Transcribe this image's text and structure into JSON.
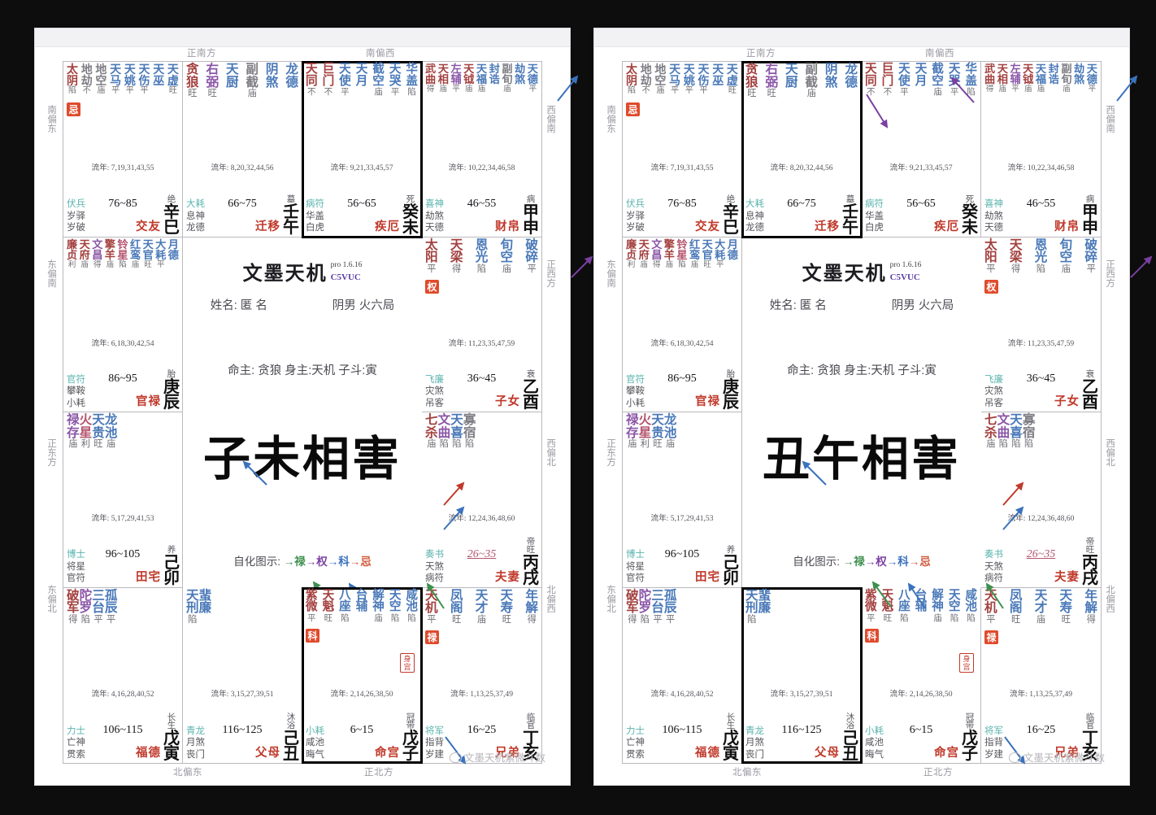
{
  "app": {
    "brand": "文墨天机",
    "version_line1": "pro 1.6.16",
    "version_line2": "C5VUC",
    "watermark": "文墨天机紫微斗数"
  },
  "directions": {
    "top_center": "正南方",
    "top_right": "南偏西",
    "left": [
      "南偏东",
      "东偏南",
      "正东方",
      "东偏北"
    ],
    "right": [
      "西偏南",
      "正西方",
      "西偏北",
      "北偏西"
    ],
    "bottom_left": "北偏东",
    "bottom_center": "正北方"
  },
  "center": {
    "name_label": "姓名:",
    "name_value": "匿 名",
    "gender_bureau": "阴男 火六局",
    "master_line": "命主: 贪狼 身主:天机  子斗:寅",
    "legend_label": "自化图示:",
    "legend_items": [
      "禄",
      "权",
      "科",
      "忌"
    ]
  },
  "charts": [
    {
      "title": "子未相害",
      "highlight": [
        "未",
        "子"
      ]
    },
    {
      "title": "丑午相害",
      "highlight": [
        "午",
        "丑"
      ]
    }
  ],
  "palaces": [
    {
      "branch": "巳",
      "stem": "辛",
      "stem_branch_stage": "绝",
      "palace_name": "交友",
      "daxian": "76~85",
      "daxian_active": false,
      "liunian": "流年: 7,19,31,43,55",
      "sihua": "忌",
      "shengong": null,
      "stars": [
        {
          "n": "太阴",
          "b": "陷",
          "c": "main"
        },
        {
          "n": "地劫",
          "b": "不",
          "c": "grey"
        },
        {
          "n": "地空",
          "b": "庙",
          "c": "grey"
        },
        {
          "n": "天马",
          "b": "平",
          "c": "blue"
        },
        {
          "n": "天姚",
          "b": "平",
          "c": "blue"
        },
        {
          "n": "天伤",
          "b": "平",
          "c": "blue"
        },
        {
          "n": "天巫",
          "b": "",
          "c": "blue"
        },
        {
          "n": "天虚",
          "b": "旺",
          "c": "blue"
        }
      ],
      "minor": [
        "伏兵",
        "岁驿",
        "岁破"
      ]
    },
    {
      "branch": "午",
      "stem": "壬",
      "stem_branch_stage": "墓",
      "palace_name": "迁移",
      "daxian": "66~75",
      "daxian_active": false,
      "liunian": "流年: 8,20,32,44,56",
      "sihua": null,
      "shengong": null,
      "stars": [
        {
          "n": "贪狼",
          "b": "旺",
          "c": "main"
        },
        {
          "n": "右弼",
          "b": "旺",
          "c": "aux"
        },
        {
          "n": "天厨",
          "b": "",
          "c": "blue"
        },
        {
          "n": "副截",
          "b": "庙",
          "c": "grey"
        },
        {
          "n": "阴煞",
          "b": "",
          "c": "blue"
        },
        {
          "n": "龙德",
          "b": "",
          "c": "blue"
        }
      ],
      "minor": [
        "大耗",
        "息神",
        "龙德"
      ]
    },
    {
      "branch": "未",
      "stem": "癸",
      "stem_branch_stage": "死",
      "palace_name": "疾厄",
      "daxian": "56~65",
      "daxian_active": false,
      "liunian": "流年: 9,21,33,45,57",
      "sihua": null,
      "shengong": null,
      "stars": [
        {
          "n": "天同",
          "b": "不",
          "c": "main"
        },
        {
          "n": "巨门",
          "b": "不",
          "c": "main"
        },
        {
          "n": "天使",
          "b": "平",
          "c": "blue"
        },
        {
          "n": "天月",
          "b": "",
          "c": "blue"
        },
        {
          "n": "截空",
          "b": "庙",
          "c": "blue"
        },
        {
          "n": "天哭",
          "b": "平",
          "c": "blue"
        },
        {
          "n": "华盖",
          "b": "陷",
          "c": "blue"
        }
      ],
      "minor": [
        "病符",
        "华盖",
        "白虎"
      ]
    },
    {
      "branch": "申",
      "stem": "甲",
      "stem_branch_stage": "病",
      "palace_name": "财帛",
      "daxian": "46~55",
      "daxian_active": false,
      "liunian": "流年: 10,22,34,46,58",
      "sihua": null,
      "shengong": null,
      "stars": [
        {
          "n": "武曲",
          "b": "得",
          "c": "main"
        },
        {
          "n": "天相",
          "b": "庙",
          "c": "main"
        },
        {
          "n": "左辅",
          "b": "平",
          "c": "aux"
        },
        {
          "n": "天钺",
          "b": "庙",
          "c": "main"
        },
        {
          "n": "天福",
          "b": "庙",
          "c": "blue"
        },
        {
          "n": "封诰",
          "b": "",
          "c": "blue"
        },
        {
          "n": "副旬",
          "b": "庙",
          "c": "grey"
        },
        {
          "n": "劫煞",
          "b": "",
          "c": "blue"
        },
        {
          "n": "天德",
          "b": "平",
          "c": "blue"
        }
      ],
      "minor": [
        "喜神",
        "劫煞",
        "天德"
      ]
    },
    {
      "branch": "辰",
      "stem": "庚",
      "stem_branch_stage": "胎",
      "palace_name": "官禄",
      "daxian": "86~95",
      "daxian_active": false,
      "liunian": "流年: 6,18,30,42,54",
      "sihua": null,
      "shengong": null,
      "stars": [
        {
          "n": "廉贞",
          "b": "利",
          "c": "main"
        },
        {
          "n": "天府",
          "b": "庙",
          "c": "main"
        },
        {
          "n": "文昌",
          "b": "得",
          "c": "aux"
        },
        {
          "n": "擎羊",
          "b": "庙",
          "c": "main"
        },
        {
          "n": "铃星",
          "b": "陷",
          "c": "pink"
        },
        {
          "n": "红鸾",
          "b": "庙",
          "c": "blue"
        },
        {
          "n": "天官",
          "b": "旺",
          "c": "blue"
        },
        {
          "n": "大耗",
          "b": "平",
          "c": "blue"
        },
        {
          "n": "月德",
          "b": "",
          "c": "blue"
        }
      ],
      "minor": [
        "官符",
        "攀鞍",
        "小耗"
      ]
    },
    {
      "branch": "酉",
      "stem": "乙",
      "stem_branch_stage": "衰",
      "palace_name": "子女",
      "daxian": "36~45",
      "daxian_active": false,
      "liunian": "流年: 11,23,35,47,59",
      "sihua": "权",
      "shengong": null,
      "stars": [
        {
          "n": "太阳",
          "b": "平",
          "c": "main"
        },
        {
          "n": "天梁",
          "b": "得",
          "c": "main"
        },
        {
          "n": "恩光",
          "b": "陷",
          "c": "blue"
        },
        {
          "n": "旬空",
          "b": "庙",
          "c": "blue"
        },
        {
          "n": "破碎",
          "b": "平",
          "c": "blue"
        }
      ],
      "minor": [
        "飞廉",
        "灾煞",
        "吊客"
      ]
    },
    {
      "branch": "卯",
      "stem": "己",
      "stem_branch_stage": "养",
      "palace_name": "田宅",
      "daxian": "96~105",
      "daxian_active": false,
      "liunian": "流年: 5,17,29,41,53",
      "sihua": null,
      "shengong": null,
      "stars": [
        {
          "n": "禄存",
          "b": "庙",
          "c": "aux"
        },
        {
          "n": "火星",
          "b": "利",
          "c": "pink"
        },
        {
          "n": "天贵",
          "b": "旺",
          "c": "blue"
        },
        {
          "n": "龙池",
          "b": "庙",
          "c": "blue"
        }
      ],
      "minor": [
        "博士",
        "将星",
        "官符"
      ]
    },
    {
      "branch": "戌",
      "stem": "丙",
      "stem_branch_stage": "帝旺",
      "palace_name": "夫妻",
      "daxian": "26~35",
      "daxian_active": true,
      "liunian": "流年: 12,24,36,48,60",
      "sihua": null,
      "shengong": null,
      "stars": [
        {
          "n": "七杀",
          "b": "庙",
          "c": "main"
        },
        {
          "n": "文曲",
          "b": "陷",
          "c": "aux"
        },
        {
          "n": "天喜",
          "b": "陷",
          "c": "blue"
        },
        {
          "n": "寡宿",
          "b": "陷",
          "c": "grey"
        }
      ],
      "minor": [
        "奏书",
        "天煞",
        "病符"
      ]
    },
    {
      "branch": "寅",
      "stem": "戊",
      "stem_branch_stage": "长生",
      "palace_name": "福德",
      "daxian": "106~115",
      "daxian_active": false,
      "liunian": "流年: 4,16,28,40,52",
      "sihua": null,
      "shengong": null,
      "stars": [
        {
          "n": "破军",
          "b": "得",
          "c": "main"
        },
        {
          "n": "陀罗",
          "b": "陷",
          "c": "aux"
        },
        {
          "n": "三台",
          "b": "平",
          "c": "blue"
        },
        {
          "n": "孤辰",
          "b": "平",
          "c": "blue"
        }
      ],
      "minor": [
        "力士",
        "亡神",
        "贯索"
      ]
    },
    {
      "branch": "丑",
      "stem": "己",
      "stem_branch_stage": "沐浴",
      "palace_name": "父母",
      "daxian": "116~125",
      "daxian_active": false,
      "liunian": "流年: 3,15,27,39,51",
      "sihua": null,
      "shengong": null,
      "stars": [
        {
          "n": "天刑",
          "b": "陷",
          "c": "blue"
        },
        {
          "n": "蜚廉",
          "b": "",
          "c": "blue"
        }
      ],
      "minor": [
        "青龙",
        "月煞",
        "丧门"
      ]
    },
    {
      "branch": "子",
      "stem": "戊",
      "stem_branch_stage": "冠带",
      "palace_name": "命宫",
      "daxian": "6~15",
      "daxian_active": false,
      "liunian": "流年: 2,14,26,38,50",
      "sihua": "科",
      "shengong": "身宫",
      "stars": [
        {
          "n": "紫微",
          "b": "平",
          "c": "main"
        },
        {
          "n": "天魁",
          "b": "旺",
          "c": "main"
        },
        {
          "n": "八座",
          "b": "陷",
          "c": "blue"
        },
        {
          "n": "台辅",
          "b": "",
          "c": "blue"
        },
        {
          "n": "解神",
          "b": "庙",
          "c": "blue"
        },
        {
          "n": "天空",
          "b": "陷",
          "c": "blue"
        },
        {
          "n": "咸池",
          "b": "陷",
          "c": "blue"
        }
      ],
      "minor": [
        "小耗",
        "咸池",
        "晦气"
      ]
    },
    {
      "branch": "亥",
      "stem": "丁",
      "stem_branch_stage": "临官",
      "palace_name": "兄弟",
      "daxian": "16~25",
      "daxian_active": false,
      "liunian": "流年: 1,13,25,37,49",
      "sihua": "禄",
      "shengong": null,
      "stars": [
        {
          "n": "天机",
          "b": "平",
          "c": "main"
        },
        {
          "n": "凤阁",
          "b": "旺",
          "c": "blue"
        },
        {
          "n": "天才",
          "b": "庙",
          "c": "blue"
        },
        {
          "n": "天寿",
          "b": "旺",
          "c": "blue"
        },
        {
          "n": "年解",
          "b": "得",
          "c": "blue"
        }
      ],
      "minor": [
        "将军",
        "指背",
        "岁建"
      ]
    }
  ]
}
